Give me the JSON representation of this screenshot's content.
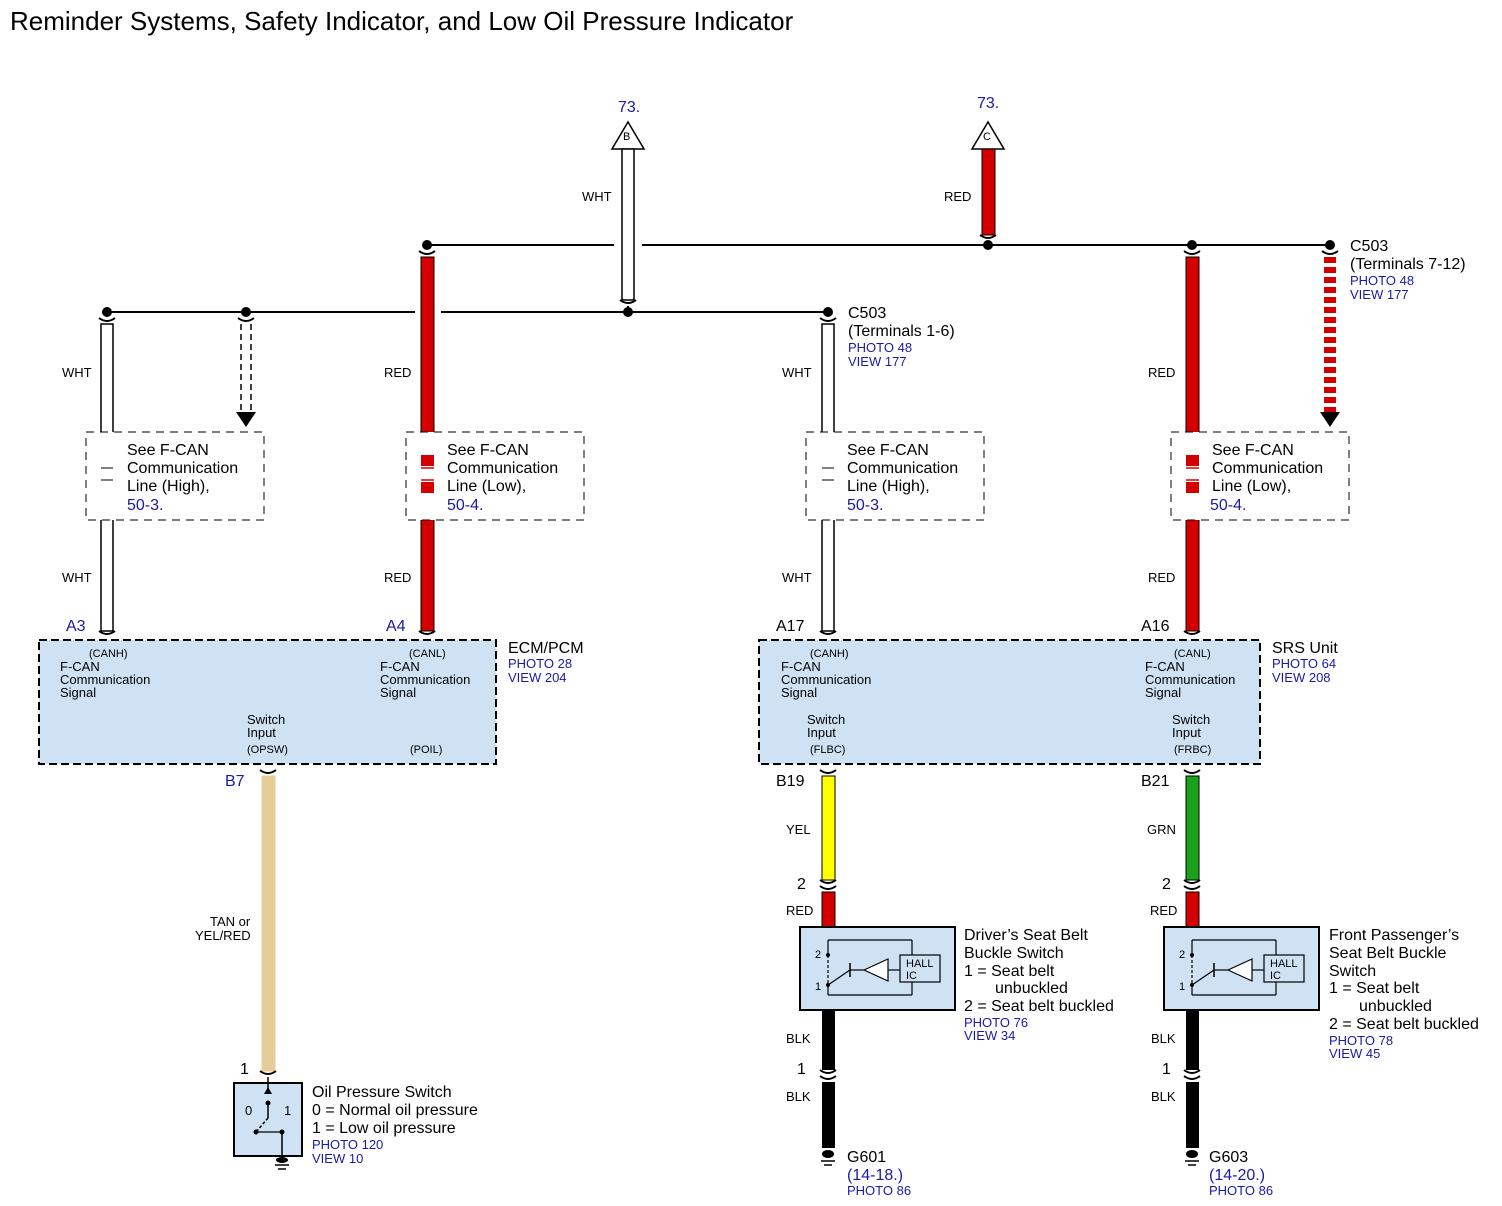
{
  "title": "Reminder Systems, Safety Indicator, and Low Oil Pressure Indicator",
  "connectors_top": {
    "b": {
      "page": "73.",
      "letter": "B",
      "wire": "WHT"
    },
    "c": {
      "page": "73.",
      "letter": "C",
      "wire": "RED"
    }
  },
  "c503_a": {
    "name": "C503",
    "terminals": "(Terminals 1-6)",
    "photo": "PHOTO 48",
    "view": "VIEW 177"
  },
  "c503_b": {
    "name": "C503",
    "terminals": "(Terminals 7-12)",
    "photo": "PHOTO 48",
    "view": "VIEW 177"
  },
  "refs": [
    {
      "l1": "See F-CAN",
      "l2": "Communication",
      "l3": "Line (High),",
      "page": "50-3."
    },
    {
      "l1": "See F-CAN",
      "l2": "Communication",
      "l3": "Line (Low),",
      "page": "50-4."
    },
    {
      "l1": "See F-CAN",
      "l2": "Communication",
      "l3": "Line (High),",
      "page": "50-3."
    },
    {
      "l1": "See F-CAN",
      "l2": "Communication",
      "l3": "Line (Low),",
      "page": "50-4."
    }
  ],
  "wire_colors": {
    "wht": "WHT",
    "red": "RED",
    "yel": "YEL",
    "grn": "GRN",
    "blk": "BLK",
    "tan_1": "TAN or",
    "tan_2": "YEL/RED"
  },
  "colors": {
    "red": "#d40000",
    "yellow": "#ffff00",
    "green": "#1aa31a",
    "tan": "#e5cc99",
    "black": "#000000",
    "box": "#cfe2f3",
    "link": "#1a1aa6"
  },
  "ecm": {
    "name": "ECM/PCM",
    "photo": "PHOTO 28",
    "view": "VIEW 204",
    "pin_a3": "A3",
    "pin_a4": "A4",
    "pin_b7": "B7",
    "canh": "(CANH)",
    "canl": "(CANL)",
    "sig1": "F-CAN",
    "sig2": "Communication",
    "sig3": "Signal",
    "sw1": "Switch",
    "sw2": "Input",
    "opsw": "(OPSW)",
    "poil": "(POIL)"
  },
  "srs": {
    "name": "SRS Unit",
    "photo": "PHOTO 64",
    "view": "VIEW 208",
    "pin_a17": "A17",
    "pin_a16": "A16",
    "pin_b19": "B19",
    "pin_b21": "B21",
    "canh": "(CANH)",
    "canl": "(CANL)",
    "sig1": "F-CAN",
    "sig2": "Communication",
    "sig3": "Signal",
    "sw1": "Switch",
    "sw2": "Input",
    "flbc": "(FLBC)",
    "frbc": "(FRBC)"
  },
  "oil_switch": {
    "pin": "1",
    "name": "Oil Pressure Switch",
    "s0": "0 = Normal oil pressure",
    "s1": "1 = Low oil pressure",
    "photo": "PHOTO 120",
    "view": "VIEW 10",
    "pos0": "0",
    "pos1": "1"
  },
  "driver_switch": {
    "pin_top": "2",
    "pin_bot": "1",
    "name1": "Driver’s Seat Belt",
    "name2": "Buckle Switch",
    "s1a": "1 = Seat belt",
    "s1b": "unbuckled",
    "s2": "2 = Seat belt buckled",
    "photo": "PHOTO 76",
    "view": "VIEW 34",
    "hall1": "HALL",
    "hall2": "IC",
    "p2": "2",
    "p1": "1"
  },
  "pass_switch": {
    "pin_top": "2",
    "pin_bot": "1",
    "name1": "Front Passenger’s",
    "name2": "Seat Belt Buckle",
    "name3": "Switch",
    "s1a": "1 = Seat belt",
    "s1b": "unbuckled",
    "s2": "2 = Seat belt buckled",
    "photo": "PHOTO 78",
    "view": "VIEW 45",
    "hall1": "HALL",
    "hall2": "IC",
    "p2": "2",
    "p1": "1"
  },
  "ground_g601": {
    "name": "G601",
    "ref": "(14-18.)",
    "photo": "PHOTO 86"
  },
  "ground_g603": {
    "name": "G603",
    "ref": "(14-20.)",
    "photo": "PHOTO 86"
  }
}
